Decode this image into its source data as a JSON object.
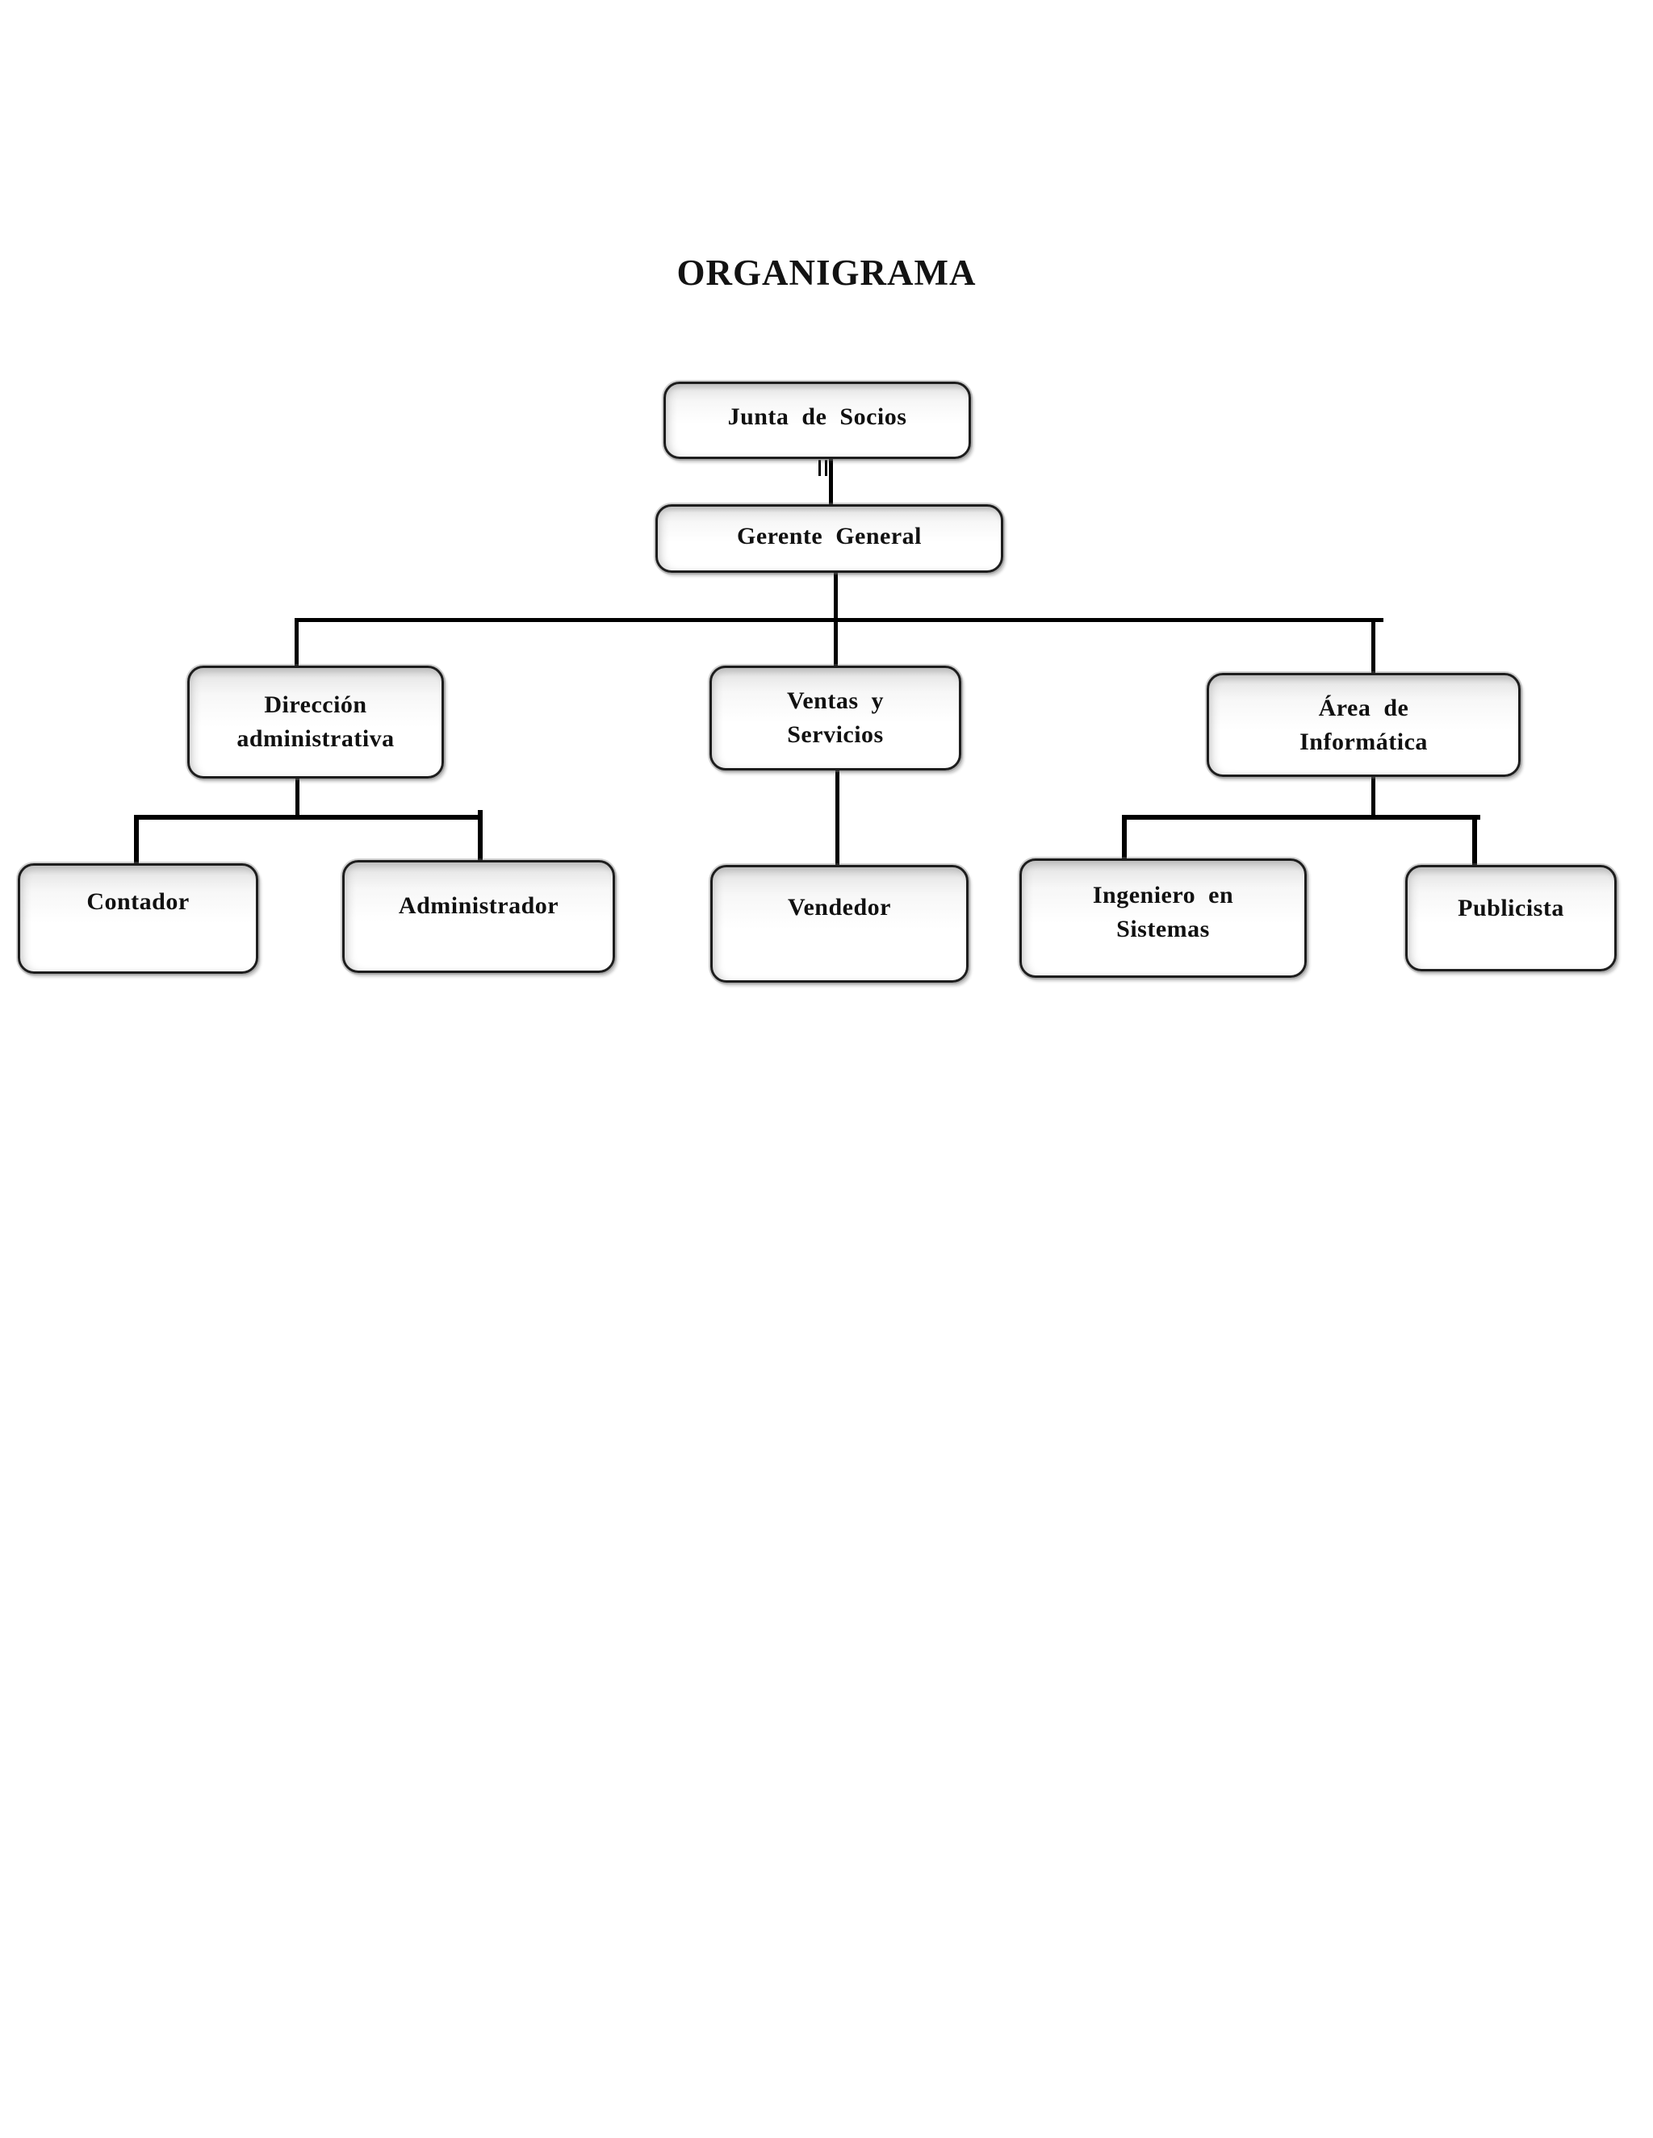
{
  "title": "ORGANIGRAMA",
  "colors": {
    "connector": "#000000",
    "box_border": "#1d1d1d",
    "box_fill": "#ffffff",
    "box_fill_top": "#c7c7c7",
    "text": "#111111"
  },
  "nodes": [
    {
      "id": "junta-de-socios",
      "lines": [
        "Junta de Socios"
      ]
    },
    {
      "id": "gerente-general",
      "lines": [
        "Gerente General"
      ]
    },
    {
      "id": "direccion-administrativa",
      "lines": [
        "Dirección",
        "administrativa"
      ]
    },
    {
      "id": "ventas-y-servicios",
      "lines": [
        "Ventas y",
        "Servicios"
      ]
    },
    {
      "id": "area-de-informatica",
      "lines": [
        "Área de",
        "Informática"
      ]
    },
    {
      "id": "contador",
      "lines": [
        "Contador"
      ]
    },
    {
      "id": "administrador",
      "lines": [
        "Administrador"
      ]
    },
    {
      "id": "vendedor",
      "lines": [
        "Vendedor"
      ]
    },
    {
      "id": "ingeniero-en-sistemas",
      "lines": [
        "Ingeniero en",
        "Sistemas"
      ]
    },
    {
      "id": "publicista",
      "lines": [
        "Publicista"
      ]
    }
  ],
  "hierarchy": {
    "junta-de-socios": [
      "gerente-general"
    ],
    "gerente-general": [
      "direccion-administrativa",
      "ventas-y-servicios",
      "area-de-informatica"
    ],
    "direccion-administrativa": [
      "contador",
      "administrador"
    ],
    "ventas-y-servicios": [
      "vendedor"
    ],
    "area-de-informatica": [
      "ingeniero-en-sistemas",
      "publicista"
    ]
  }
}
